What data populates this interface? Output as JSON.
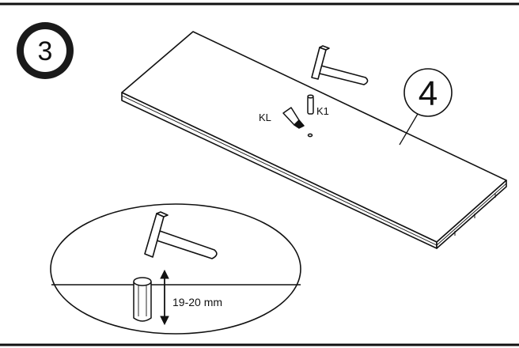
{
  "step": {
    "number": "3"
  },
  "part": {
    "number": "4"
  },
  "labels": {
    "kl": "KL",
    "k1": "K1"
  },
  "detail": {
    "depth_text": "19-20 mm"
  },
  "icons": [
    "hammer-icon",
    "dowel-icon",
    "glue-bottle-icon",
    "depth-arrow-icon"
  ],
  "colors": {
    "line": "#111111",
    "background": "#ffffff",
    "badge": "#1a1a1a"
  }
}
